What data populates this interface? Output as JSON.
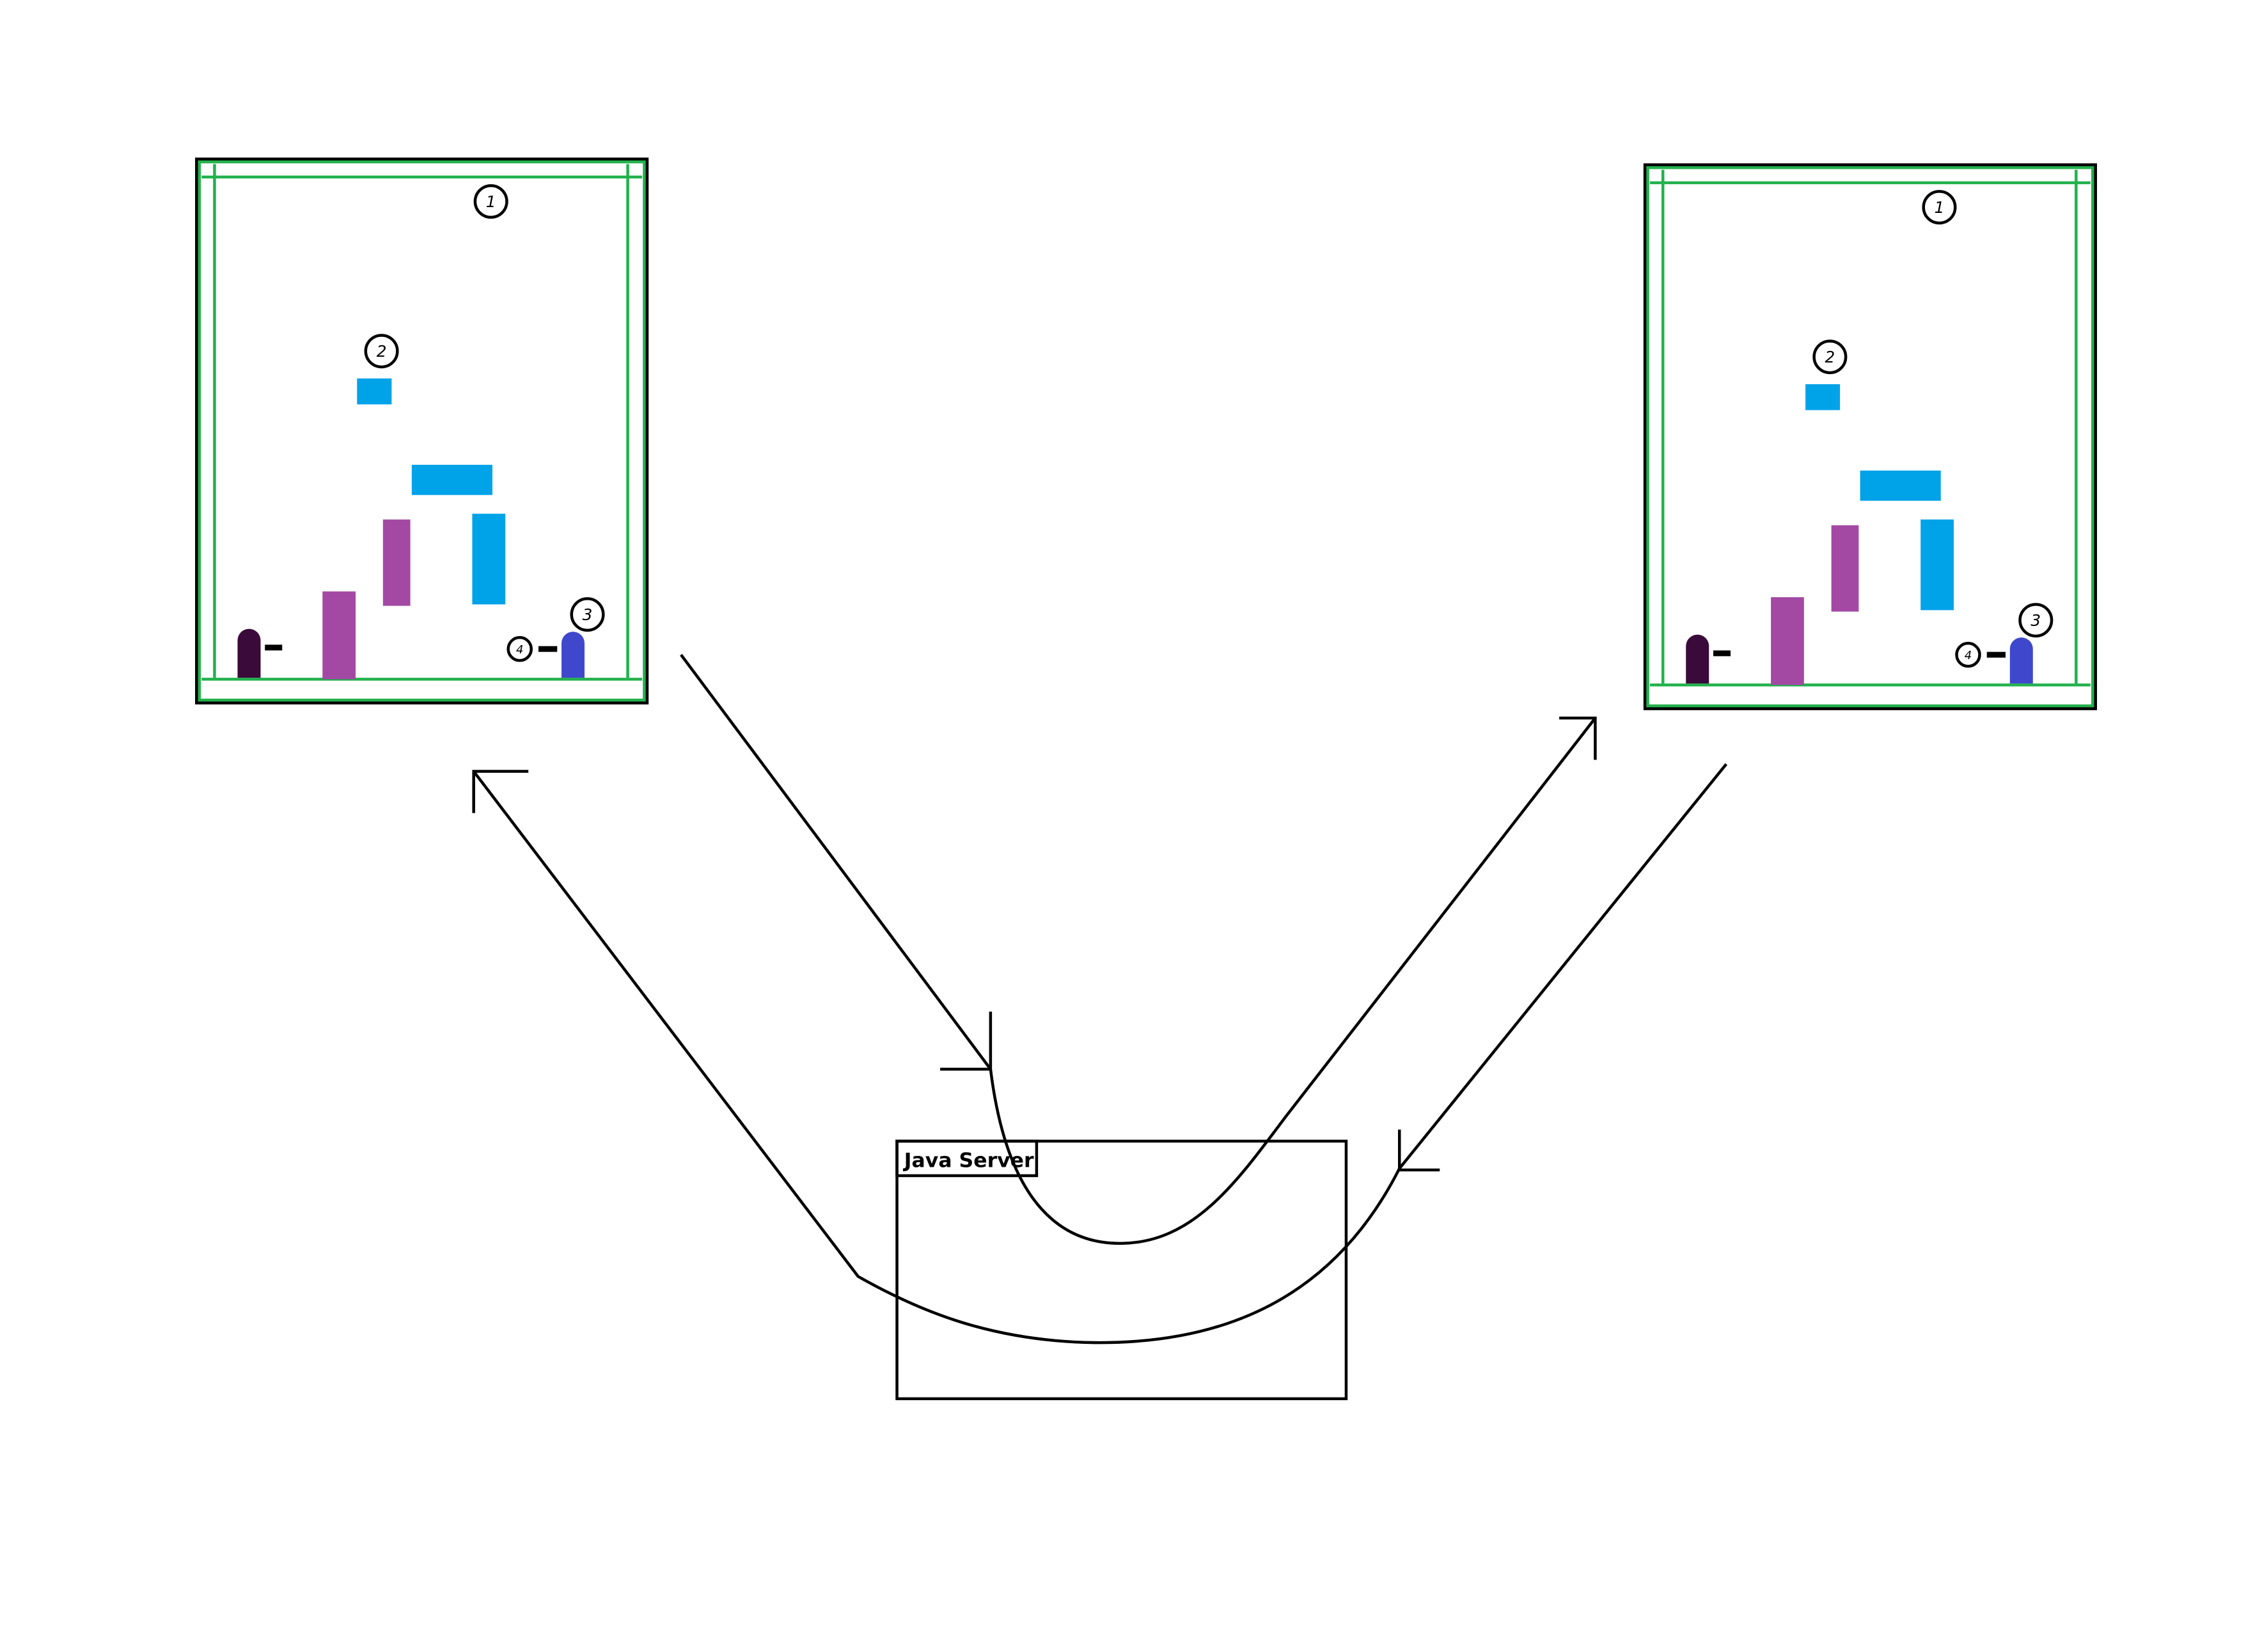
{
  "server": {
    "label": "Java Server"
  },
  "game_window_left": {
    "markers": [
      "1",
      "2",
      "3",
      "4"
    ]
  },
  "game_window_right": {
    "markers": [
      "1",
      "2",
      "3",
      "4"
    ]
  },
  "colors": {
    "wall": "#22b14c",
    "frame": "#000000",
    "platform_blue": "#00a2e8",
    "platform_purple": "#a349a4",
    "player_dark": "#3a0a3a",
    "player_blue": "#3f48cc",
    "arrow": "#000000"
  }
}
